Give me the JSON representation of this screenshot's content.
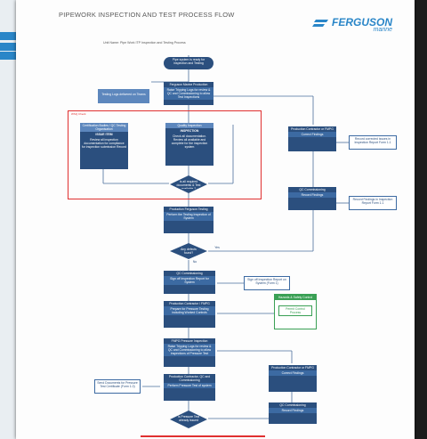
{
  "document": {
    "title": "PIPEWORK INSPECTION AND TEST PROCESS FLOW",
    "caption": "Unit Name: Pipe Work ITP Inspection and Testing Process",
    "logo_name": "FERGUSON",
    "logo_sub": "marine"
  },
  "colors": {
    "dark": "#2b4f7e",
    "accent": "#2a86c8",
    "region": "#e03030",
    "green": "#3aa055"
  },
  "nodes": {
    "start": "Pipe system is ready for inspection and Testing",
    "n1_h": "Ferguson Marine Production",
    "n1_b": "Raise Tripping Logs for review & QC and Commissioning to allow Test Inspections",
    "side1": "Testing Logs delivered on Teams",
    "region_label": "WSQ Check",
    "cert_h": "Certification Bodies / QC Testing Organisation",
    "cert_s": "ISSUE ITEM",
    "cert_b": "Review all inspection documentation for compliance for inspection submission Record",
    "qa_h": "Quality Inspection",
    "qa_s": "INSPECTION",
    "qa_b": "Check all documentation. Review all available and complete for the inspection system",
    "dec1": "Is all required documents & Test available ?",
    "prod_h": "Production Ferguson Testing",
    "prod_b": "Perform the Testing Inspection of System",
    "dec2": "Any defects found?",
    "qc1_h": "QC Commissioning",
    "qc1_b": "Sign off Inspection Report for System",
    "note1": "Sign off Inspection Report on System (Form 1)",
    "prodC_h": "Production Contractor / FMPG",
    "prodC_b": "Prepare for Pressure Testing including Worked Controls",
    "green_h": "Hazards & Safety Control",
    "green_b": "Permit Control Process",
    "pt_h": "FMPG Pressure Inspection",
    "pt_b": "Raise Tripping Logs for review & QC and Commissioning to allow inspections of Pressure Test",
    "final_h": "Production Contractor, QC and Commissioning",
    "final_b": "Perform Pressure Test of system",
    "left_note": "Send Documents for Pressure Test Certificate (Form 1.0)",
    "dec3": "Is Pressure Test already issued",
    "rc1_h": "Production Contractor or FMPG",
    "rc1_b": "Correct Findings",
    "rn1": "Record corrected issues in Inspection Report Form 1.1",
    "qc2_h": "QC Commissioning",
    "qc2_b": "Record Findings",
    "rn2": "Record Findings in Inspection Report Form 1.1",
    "rc2_h": "Production Contractor or FMPG",
    "rc2_b": "Correct Findings",
    "qc3_h": "QC Commissioning",
    "qc3_b": "Record Findings",
    "yes": "Yes",
    "no": "No"
  }
}
